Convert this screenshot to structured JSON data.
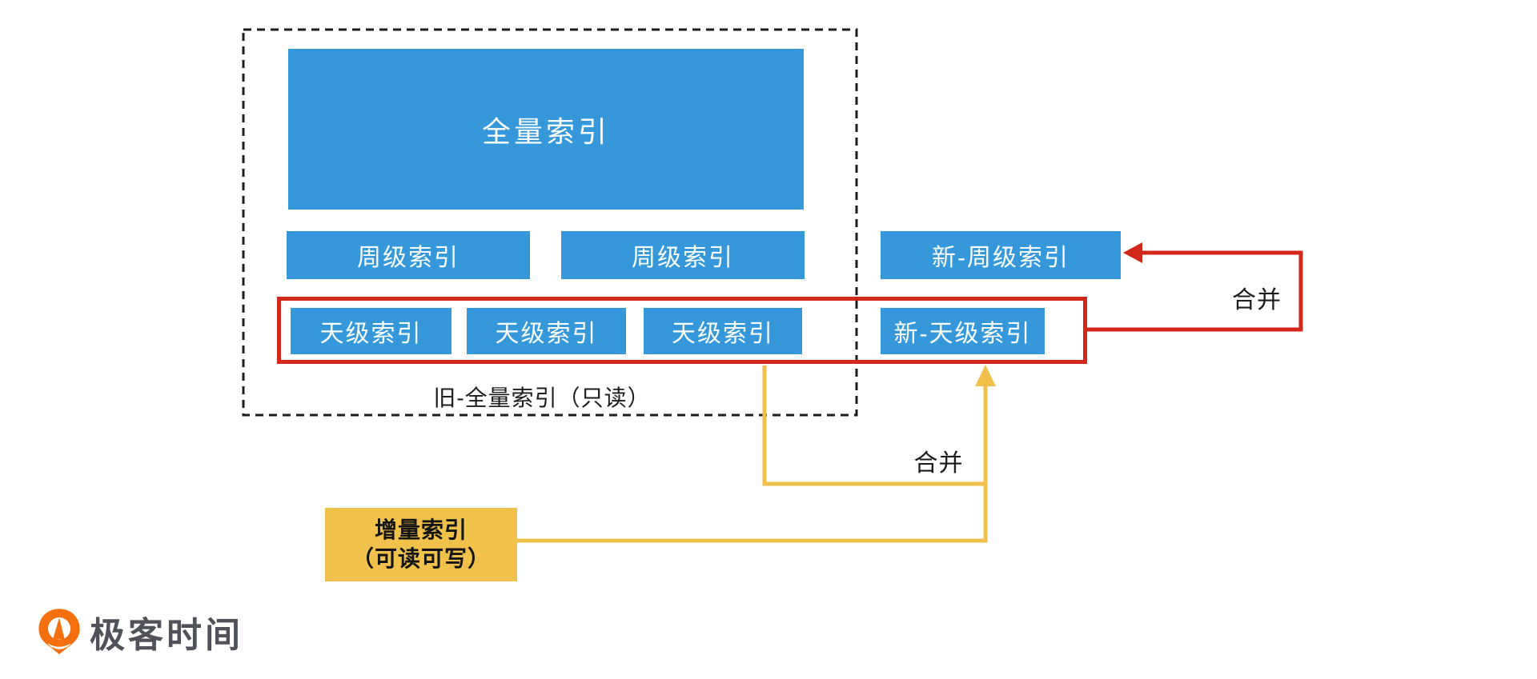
{
  "diagram": {
    "old_full_index_group": {
      "caption": "旧-全量索引（只读）",
      "full_index_label": "全量索引",
      "week_indexes": [
        "周级索引",
        "周级索引"
      ],
      "day_indexes": [
        "天级索引",
        "天级索引",
        "天级索引"
      ]
    },
    "new_indexes": {
      "week_label": "新-周级索引",
      "day_label": "新-天级索引"
    },
    "incremental_index": {
      "line1": "增量索引",
      "line2": "（可读可写）"
    },
    "merge_flows": {
      "red_label": "合并",
      "yellow_label": "合并"
    },
    "colors": {
      "index_box_blue": "#3498db",
      "box_text_white": "#ffffff",
      "merge_arrow_red": "#d2281a",
      "merge_arrow_yellow": "#f0c04a",
      "incremental_fill": "#f0c24b",
      "dashed_frame_dark": "#1c1c1c",
      "brand_orange": "#f4700e",
      "brand_text_gray": "#50525a"
    }
  },
  "footer": {
    "brand_name": "极客时间"
  }
}
